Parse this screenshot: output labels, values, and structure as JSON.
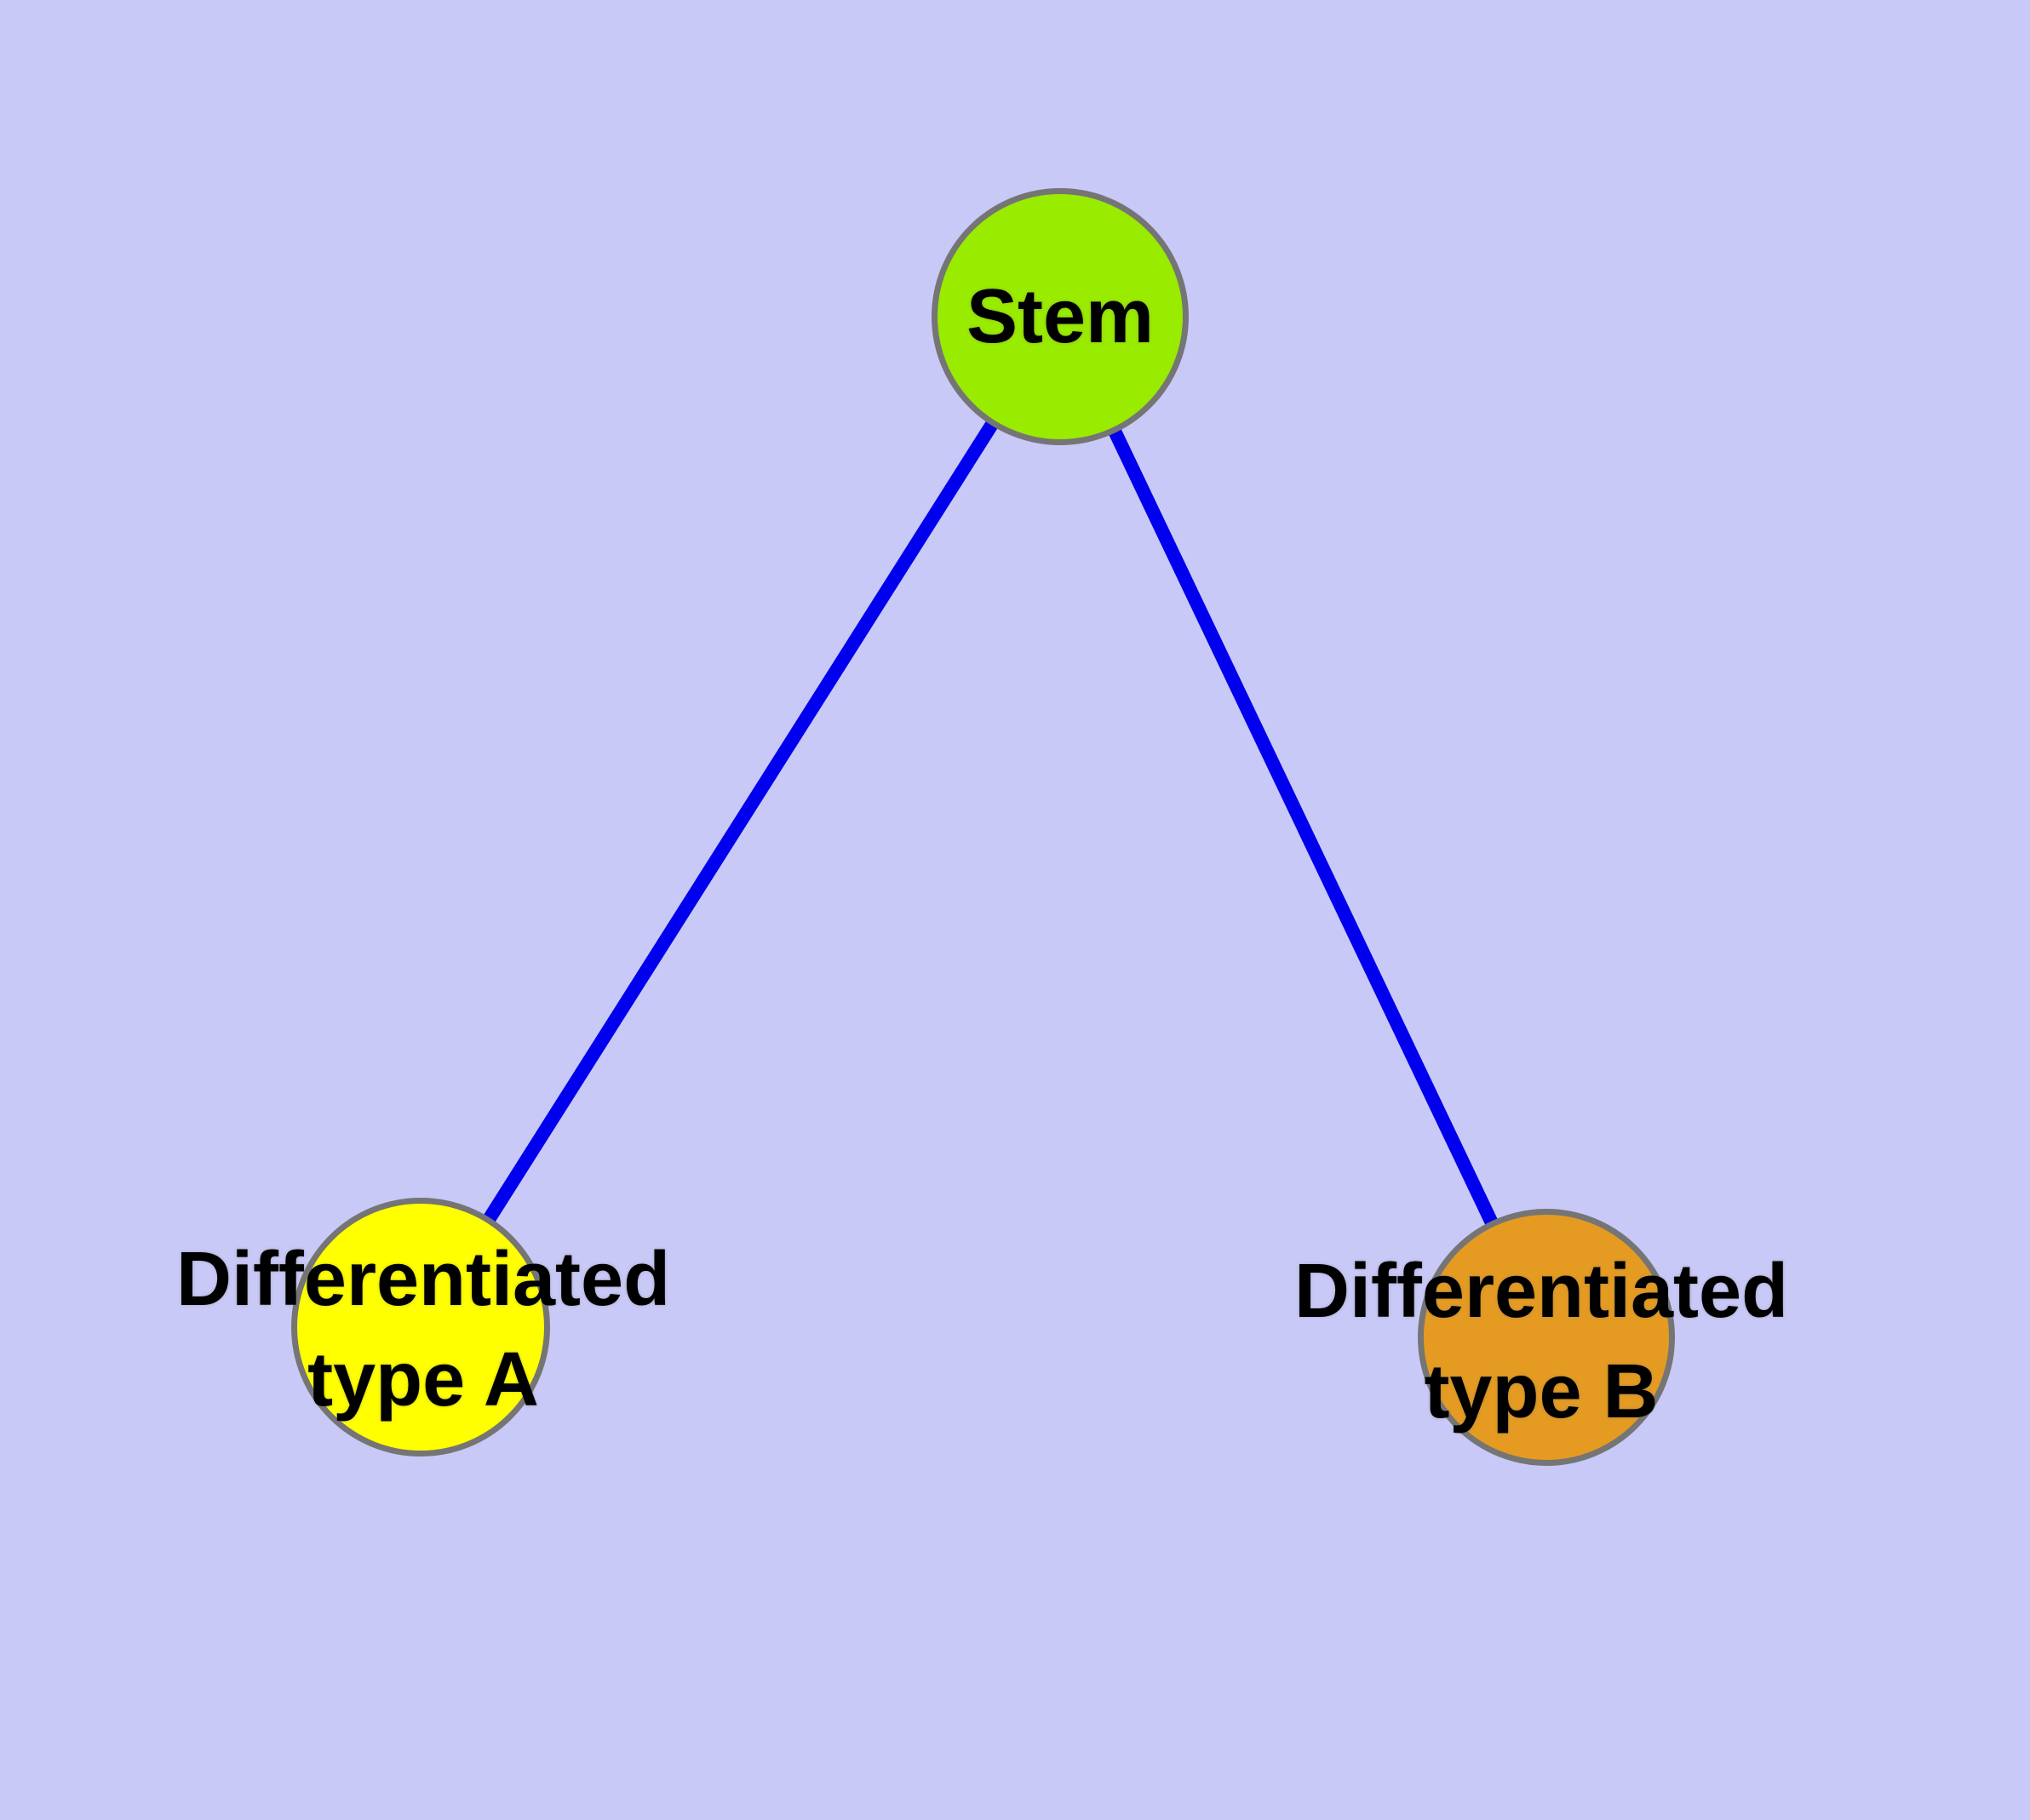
{
  "diagram": {
    "background_color": "#C9C9F7",
    "edge_color": "#0000EE",
    "node_border_color": "#757575",
    "nodes": [
      {
        "id": "stem",
        "label": "Stem",
        "fill_color": "#99EB00"
      },
      {
        "id": "type-a",
        "label": "Differentiated\ntype A",
        "fill_color": "#FFFF00"
      },
      {
        "id": "type-b",
        "label": "Differentiated\ntype B",
        "fill_color": "#E59B22"
      }
    ],
    "edges": [
      {
        "from": "stem",
        "to": "type-a"
      },
      {
        "from": "stem",
        "to": "type-b"
      }
    ]
  }
}
